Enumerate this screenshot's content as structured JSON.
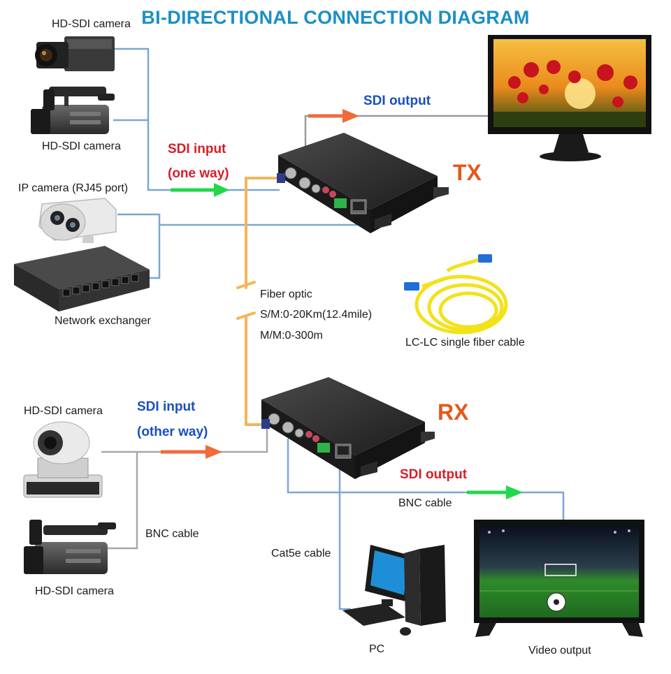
{
  "title": "BI-DIRECTIONAL CONNECTION DIAGRAM",
  "devices": {
    "tx_label": "TX",
    "rx_label": "RX"
  },
  "sources_top": {
    "camera1": "HD-SDI camera",
    "camera2": "HD-SDI camera",
    "ip_camera": "IP camera (RJ45 port)",
    "switch": "Network exchanger"
  },
  "sources_bottom": {
    "camera3": "HD-SDI camera",
    "camera4": "HD-SDI camera"
  },
  "connections": {
    "sdi_input_one": "SDI input",
    "one_way": "(one way)",
    "sdi_input_other": "SDI input",
    "other_way": "(other way)",
    "sdi_output_top": "SDI output",
    "sdi_output_bottom": "SDI output",
    "bnc_cable_left": "BNC cable",
    "bnc_cable_right": "BNC cable",
    "cat5e_cable": "Cat5e cable"
  },
  "fiber": {
    "line1": "Fiber optic",
    "line2": "S/M:0-20Km(12.4mile)",
    "line3": "M/M:0-300m",
    "cable_label": "LC-LC single fiber cable"
  },
  "outputs": {
    "pc": "PC",
    "video_output": "Video output"
  },
  "colors": {
    "title": "#1b8fc6",
    "blue_line": "#7aa6d8",
    "grey_line": "#9a9a9a",
    "fiber": "#f4b55a",
    "arrow_green": "#22d84a",
    "arrow_orange": "#f06a3a",
    "label_blue": "#1a4fbf",
    "label_red": "#d81e26",
    "tx_rx": "#e4581b"
  }
}
